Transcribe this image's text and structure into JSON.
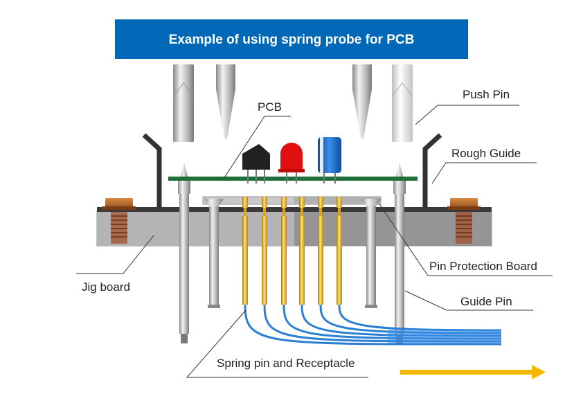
{
  "title": "Example of using spring probe for PCB",
  "labels": {
    "pcb": "PCB",
    "push_pin": "Push Pin",
    "rough_guide": "Rough Guide",
    "pin_protection_board": "Pin Protection Board",
    "guide_pin": "Guide Pin",
    "jig_board": "Jig board",
    "spring_pin": "Spring pin and Receptacle"
  },
  "colors": {
    "title_bg": "#0068b7",
    "pcb_board": "#1f6f3a",
    "probe_gold": "#d9a515",
    "wire_blue": "#2a7fd4",
    "arrow": "#f5b800",
    "jig_gray": "#a9a9a9",
    "screw_brown": "#b5652a"
  },
  "icons": [
    "flow-arrow-icon"
  ]
}
